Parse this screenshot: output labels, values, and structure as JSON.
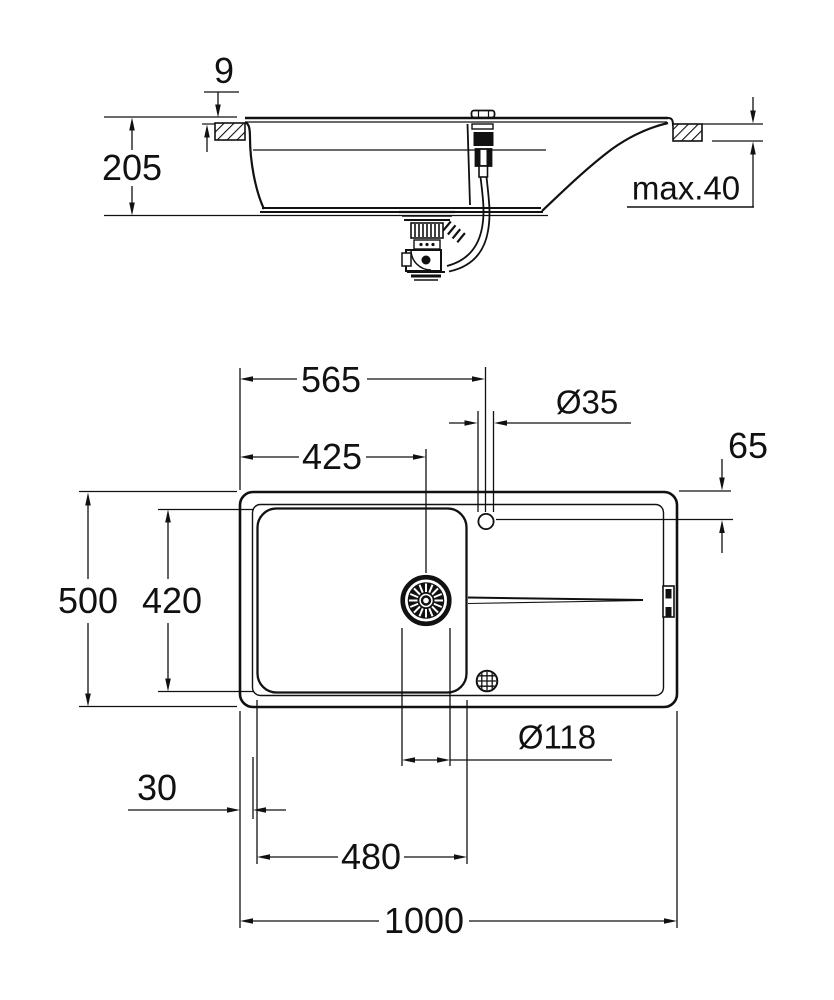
{
  "colors": {
    "line": "#111111",
    "background": "#ffffff"
  },
  "side_view": {
    "dims": {
      "rim_above_counter": "9",
      "bowl_depth": "205",
      "max_counter_thickness": "max.40"
    }
  },
  "top_view": {
    "dims": {
      "tap_center_from_left": "565",
      "tap_hole_diameter": "Ø35",
      "drain_center_from_left": "425",
      "tap_center_from_edge": "65",
      "overall_depth": "500",
      "bowl_inner_depth": "420",
      "drain_diameter": "Ø118",
      "rim_to_bowl_offset": "30",
      "bowl_inner_width": "480",
      "overall_length": "1000"
    }
  }
}
